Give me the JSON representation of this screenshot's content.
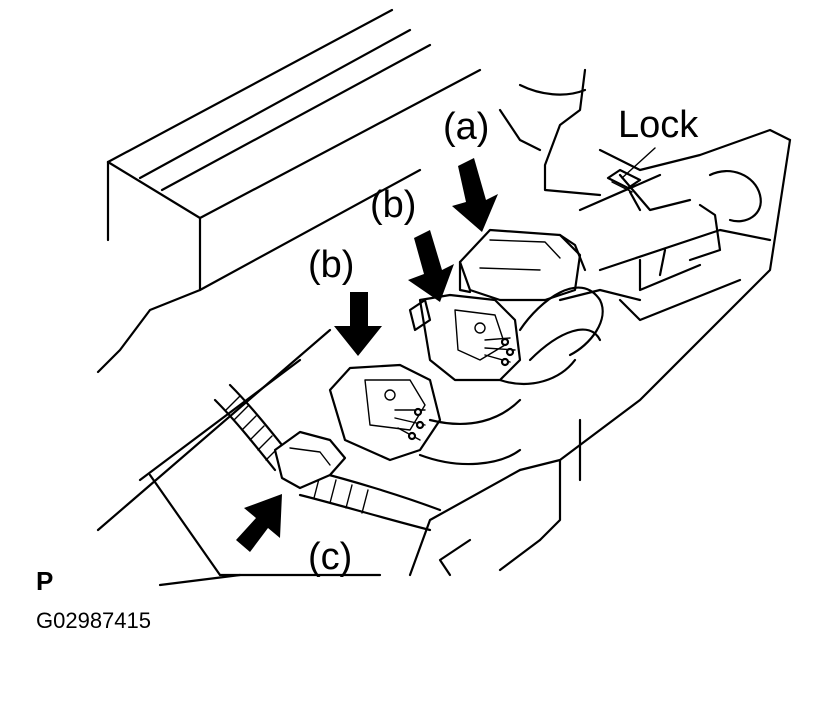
{
  "labels": {
    "a": "(a)",
    "b1": "(b)",
    "b2": "(b)",
    "c": "(c)",
    "lock": "Lock"
  },
  "footer": {
    "view_code": "P",
    "figure_id": "G02987415"
  },
  "colors": {
    "ink": "#000000",
    "paper": "#ffffff"
  }
}
